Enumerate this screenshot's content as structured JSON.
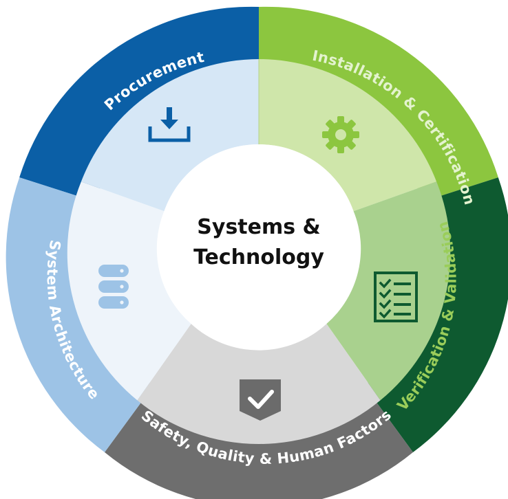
{
  "center": {
    "line1": "Systems &",
    "line2": "Technology"
  },
  "segments": [
    {
      "key": "procurement",
      "label": "Procurement",
      "icon": "download-icon",
      "outer_color": "#0B5FA6",
      "inner_color": "#D6E7F6",
      "text_color": "#FFFFFF",
      "icon_color": "#0B5FA6"
    },
    {
      "key": "installation",
      "label": "Installation & Certification",
      "icon": "gear-icon",
      "outer_color": "#8CC63F",
      "inner_color": "#CFE6AA",
      "text_color": "#E4F3CF",
      "icon_color": "#8CC63F"
    },
    {
      "key": "verification",
      "label": "Verification & Validation",
      "icon": "checklist-icon",
      "outer_color": "#0E5A30",
      "inner_color": "#A9D18E",
      "text_color": "#9ACD5A",
      "icon_color": "#0E5A30"
    },
    {
      "key": "safety",
      "label": "Safety, Quality & Human Factors",
      "icon": "shield-check-icon",
      "outer_color": "#6E6E6E",
      "inner_color": "#D8D8D8",
      "text_color": "#FFFFFF",
      "icon_color": "#6B6B6B"
    },
    {
      "key": "architecture",
      "label": "System Architecture",
      "icon": "database-icon",
      "outer_color": "#9DC3E6",
      "inner_color": "#EEF4FA",
      "text_color": "#FFFFFF",
      "icon_color": "#9DC3E6"
    }
  ]
}
